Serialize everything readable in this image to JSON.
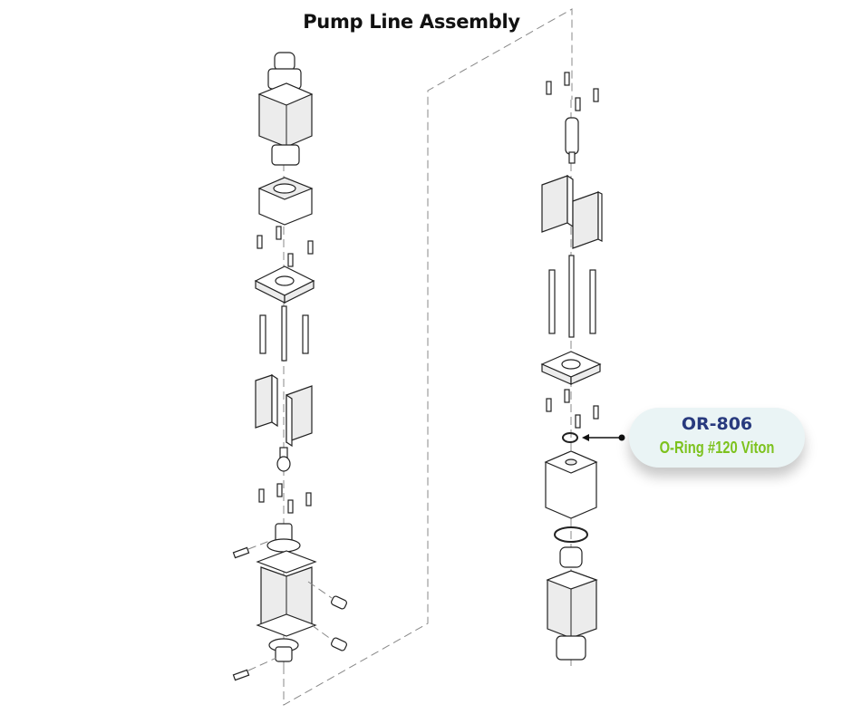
{
  "title": "Pump Line Assembly",
  "callout": {
    "part_number": "OR-806",
    "description": "O-Ring #120 Viton",
    "colors": {
      "part_number": "#283a7e",
      "description": "#7dc21e",
      "background": "#eaf4f5"
    }
  }
}
